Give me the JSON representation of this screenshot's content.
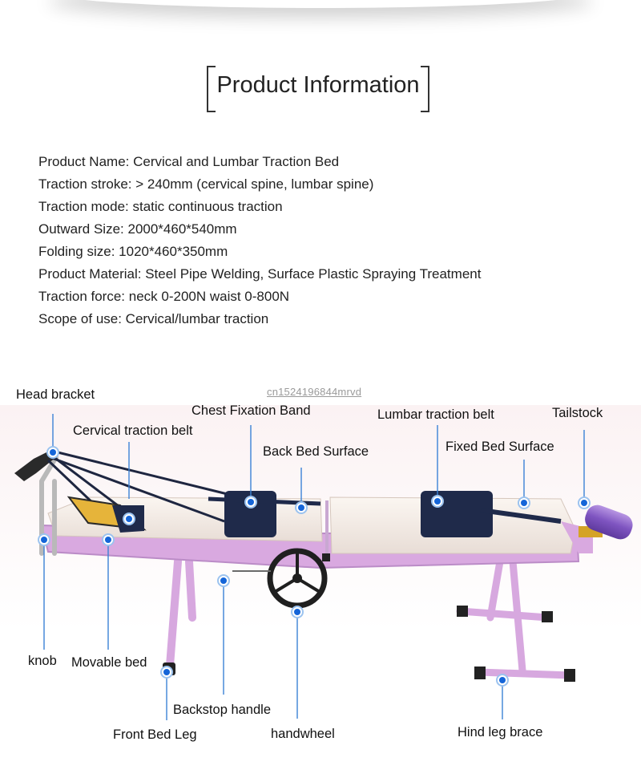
{
  "header": {
    "title": "Product Information"
  },
  "info": [
    "Product Name: Cervical and Lumbar Traction Bed",
    "Traction stroke: > 240mm (cervical spine, lumbar spine)",
    "Traction mode: static continuous traction",
    "Outward Size: 2000*460*540mm",
    "Folding size: 1020*460*350mm",
    "Product Material: Steel Pipe Welding, Surface Plastic Spraying Treatment",
    "Traction force: neck 0-200N waist 0-800N",
    "Scope of use: Cervical/lumbar traction"
  ],
  "watermark": "cn1524196844mrvd",
  "labels": {
    "head_bracket": "Head bracket",
    "cervical_belt": "Cervical traction belt",
    "chest_band": "Chest Fixation Band",
    "back_surface": "Back Bed Surface",
    "lumbar_belt": "Lumbar traction belt",
    "fixed_surface": "Fixed Bed Surface",
    "tailstock": "Tailstock",
    "knob": "knob",
    "movable_bed": "Movable bed",
    "backstop_handle": "Backstop handle",
    "front_leg": "Front Bed Leg",
    "handwheel": "handwheel",
    "hind_brace": "Hind leg brace"
  },
  "colors": {
    "frame": "#d9a9e0",
    "frame_dark": "#b88ac4",
    "mattress": "#f3ece6",
    "belt": "#1f2a4a",
    "marker": "#1565d8",
    "roller": "#8e62c8"
  }
}
